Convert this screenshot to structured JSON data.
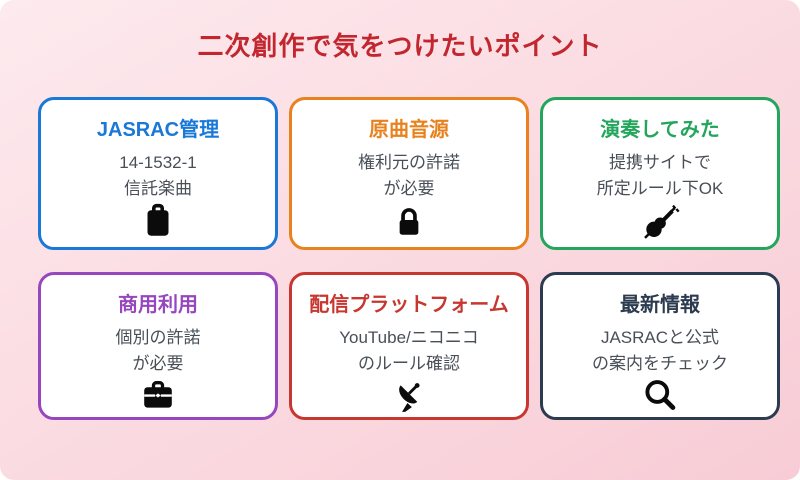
{
  "page": {
    "title": "二次創作で気をつけたいポイント",
    "title_color": "#c2262e",
    "background_top": "#fdeaee",
    "background_bottom": "#f8ccd5"
  },
  "text_color": "#494f57",
  "card_background": "#ffffff",
  "cards": [
    {
      "title": "JASRAC管理",
      "lines": [
        "14-1532-1",
        "信託楽曲"
      ],
      "icon": "clipboard-icon",
      "accent": "#1a78d6"
    },
    {
      "title": "原曲音源",
      "lines": [
        "権利元の許諾",
        "が必要"
      ],
      "icon": "lock-icon",
      "accent": "#e8821f"
    },
    {
      "title": "演奏してみた",
      "lines": [
        "提携サイトで",
        "所定ルール下OK"
      ],
      "icon": "violin-icon",
      "accent": "#23a55c"
    },
    {
      "title": "商用利用",
      "lines": [
        "個別の許諾",
        "が必要"
      ],
      "icon": "briefcase-icon",
      "accent": "#9747bd"
    },
    {
      "title": "配信プラットフォーム",
      "lines": [
        "YouTube/ニコニコ",
        "のルール確認"
      ],
      "icon": "satellite-dish-icon",
      "accent": "#c7362f"
    },
    {
      "title": "最新情報",
      "lines": [
        "JASRACと公式",
        "の案内をチェック"
      ],
      "icon": "search-icon",
      "accent": "#2c3b4f"
    }
  ]
}
